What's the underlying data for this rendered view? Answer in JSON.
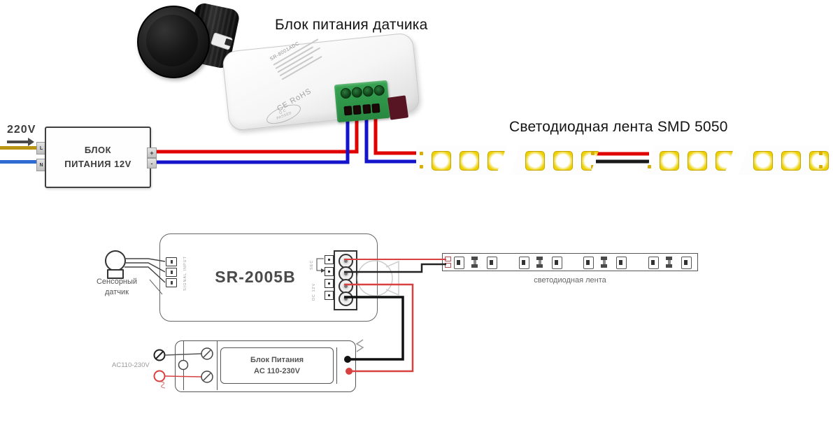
{
  "colors": {
    "wire_red": "#e10000",
    "wire_blue": "#1414cc",
    "wire_blue_mains": "#2f6bd0",
    "wire_yellow": "#ba9413",
    "wire_black": "#1a1a1a",
    "schematic_red": "#d94040",
    "schematic_gray": "#555555",
    "terminal_green": "#2f9e48",
    "led_yellow": "#ecd200"
  },
  "top": {
    "sensor_psu_label": "Блок питания датчика",
    "led_strip_label": "Светодиодная лента SMD 5050",
    "mains_voltage": "220V",
    "psu12": {
      "line1": "БЛОК",
      "line2": "ПИТАНИЯ 12V",
      "terminal_l": "L",
      "terminal_n": "N",
      "terminal_plus": "+",
      "terminal_minus": "-"
    },
    "controller": {
      "model": "SR-8001ADC",
      "ce_mark": "CE RoHS",
      "qc_line1": "Q.C",
      "qc_line2": "PASSED"
    },
    "strip": {
      "segments": 4,
      "leds_per_segment": 3
    }
  },
  "bottom": {
    "sensor_label_line1": "Сенсорный",
    "sensor_label_line2": "датчик",
    "controller_model": "SR-2005B",
    "signal_input_label": "SIGNAL INPUT",
    "sec_label": "SEC",
    "dc_label": "DC 12V",
    "strip_label": "светодиодная лента",
    "strip_groups": 4,
    "psu": {
      "line1": "Блок Питания",
      "line2": "AC 110-230V",
      "ac_input_label": "AC110-230V"
    }
  }
}
